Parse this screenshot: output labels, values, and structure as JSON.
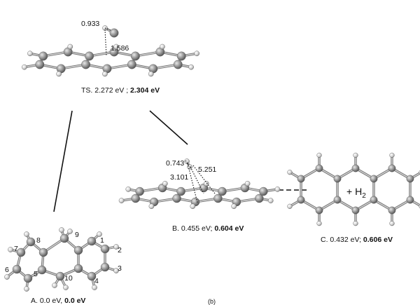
{
  "figure": {
    "panel_label": "(b)"
  },
  "structures": {
    "ts": {
      "label_prefix": "TS. 2.272 eV ; ",
      "label_bold": "2.304 eV",
      "distances": [
        "0.933",
        "1.586"
      ]
    },
    "a": {
      "label_prefix": "A. 0.0 eV, ",
      "label_bold": "0.0 eV",
      "atom_numbers": [
        "1",
        "2",
        "3",
        "4",
        "5",
        "6",
        "7",
        "8",
        "9",
        "10"
      ]
    },
    "b": {
      "label_prefix": "B. 0.455 eV; ",
      "label_bold": "0.604 eV",
      "distances": [
        "0.743",
        "5.251",
        "3.101"
      ]
    },
    "c": {
      "label_prefix": "C. 0.432 eV; ",
      "label_bold": "0.606 eV",
      "formula_plus": "+ H",
      "formula_sub": "2"
    }
  },
  "colors": {
    "carbon": "#8c8c8c",
    "hydrogen": "#d6d6d6",
    "bond": "#9a9a9a",
    "line": "#111111"
  }
}
